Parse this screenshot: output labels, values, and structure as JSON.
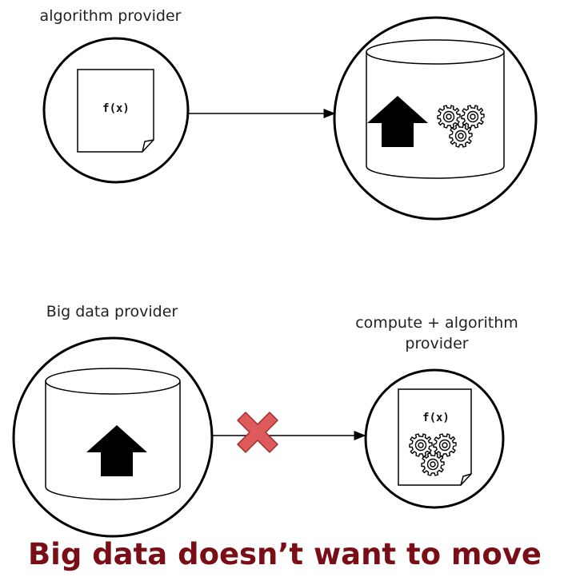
{
  "top": {
    "label": "algorithm provider",
    "doc_text": "f(x)"
  },
  "bottom": {
    "left_label": "Big data provider",
    "right_label_line1": "compute + algorithm",
    "right_label_line2": "provider",
    "doc_text": "f(x)"
  },
  "banner": {
    "text": "Big data doesn’t want to move",
    "color": "#7a0e16"
  },
  "colors": {
    "stroke": "#000000",
    "cross_fill": "#dd5a5d",
    "cross_stroke": "#a52a2a"
  }
}
